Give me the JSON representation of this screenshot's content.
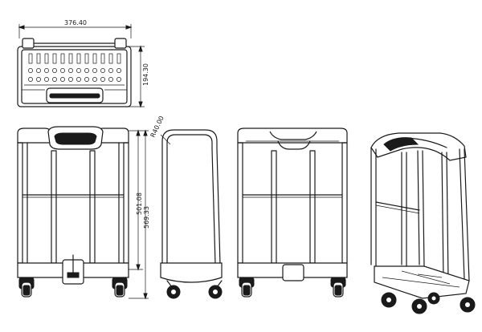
{
  "dimensions": {
    "top_width": "376.40",
    "top_depth": "194.30",
    "height_inner": "501.08",
    "height_total": "569.33",
    "radius": "R40.00"
  }
}
